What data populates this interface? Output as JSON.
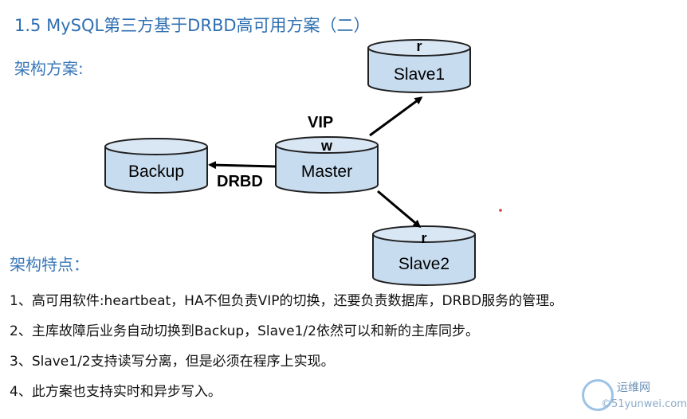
{
  "slide": {
    "title": "1.5 MySQL第三方基于DRBD高可用方案（二）",
    "architecture_heading": "架构方案:",
    "features_heading": "架构特点：",
    "features": [
      "1、高可用软件:heartbeat，HA不但负责VIP的切换，还要负责数据库，DRBD服务的管理。",
      "2、主库故障后业务自动切换到Backup，Slave1/2依然可以和新的主库同步。",
      "3、Slave1/2支持读写分离，但是必须在程序上实现。",
      "4、此方案也支持实时和异步写入。"
    ]
  },
  "diagram": {
    "nodes": {
      "master": {
        "label": "Master",
        "perm": "w"
      },
      "backup": {
        "label": "Backup"
      },
      "slave1": {
        "label": "Slave1",
        "perm": "r"
      },
      "slave2": {
        "label": "Slave2",
        "perm": "r"
      }
    },
    "edges": {
      "vip": "VIP",
      "drbd": "DRBD"
    },
    "colors": {
      "cylinder_fill": "#c8dcf0",
      "cylinder_stroke": "#1f1f1f",
      "heading_blue": "#3a78b8"
    }
  },
  "watermark": {
    "name": "运维网",
    "url": "©51yunwei.com"
  }
}
